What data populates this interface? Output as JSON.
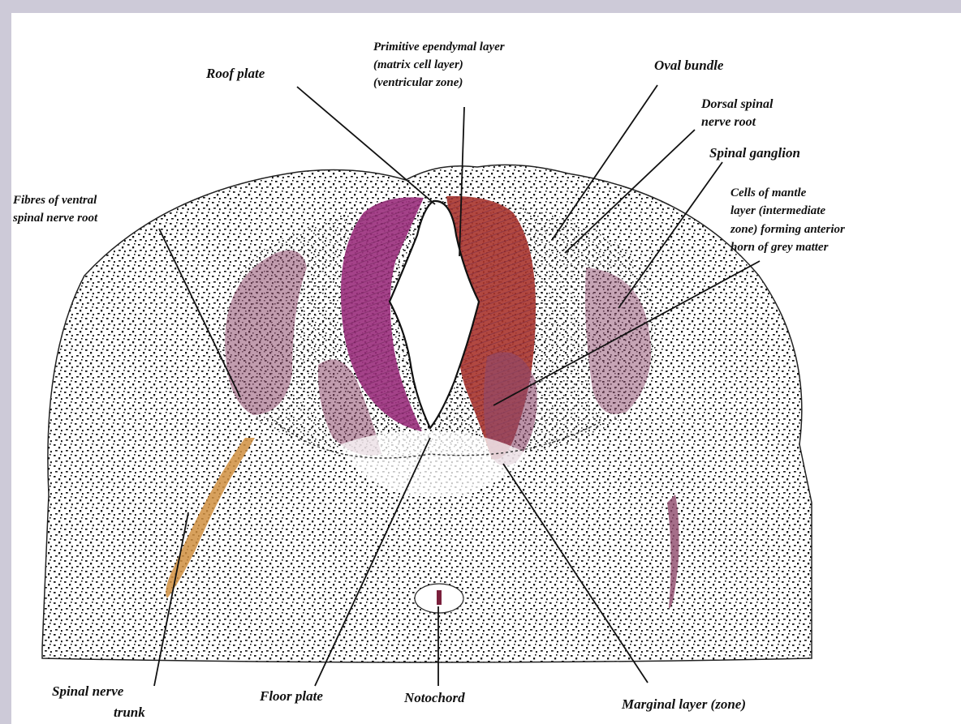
{
  "diagram": {
    "labels": {
      "roof_plate": "Roof plate",
      "ependymal_1": "Primitive ependymal layer",
      "ependymal_2": "(matrix cell layer)",
      "ependymal_3": "(ventricular zone)",
      "oval_bundle": "Oval bundle",
      "dorsal_root_1": "Dorsal spinal",
      "dorsal_root_2": "nerve root",
      "spinal_ganglion": "Spinal ganglion",
      "mantle_1": "Cells of mantle",
      "mantle_2": "layer (intermediate",
      "mantle_3": "zone) forming anterior",
      "mantle_4": "horn of grey matter",
      "ventral_root_1": "Fibres of ventral",
      "ventral_root_2": "spinal nerve root",
      "nerve_trunk_1": "Spinal nerve",
      "nerve_trunk_2": "trunk",
      "floor_plate": "Floor plate",
      "notochord": "Notochord",
      "marginal_layer": "Marginal layer (zone)"
    },
    "colors": {
      "frame": "#cdcad8",
      "ink": "#111111",
      "ependymal_left": "#9a2d7c",
      "ependymal_right": "#a8342c",
      "mantle": "#8e4a6c",
      "nerve_trunk": "#d08f40"
    }
  }
}
